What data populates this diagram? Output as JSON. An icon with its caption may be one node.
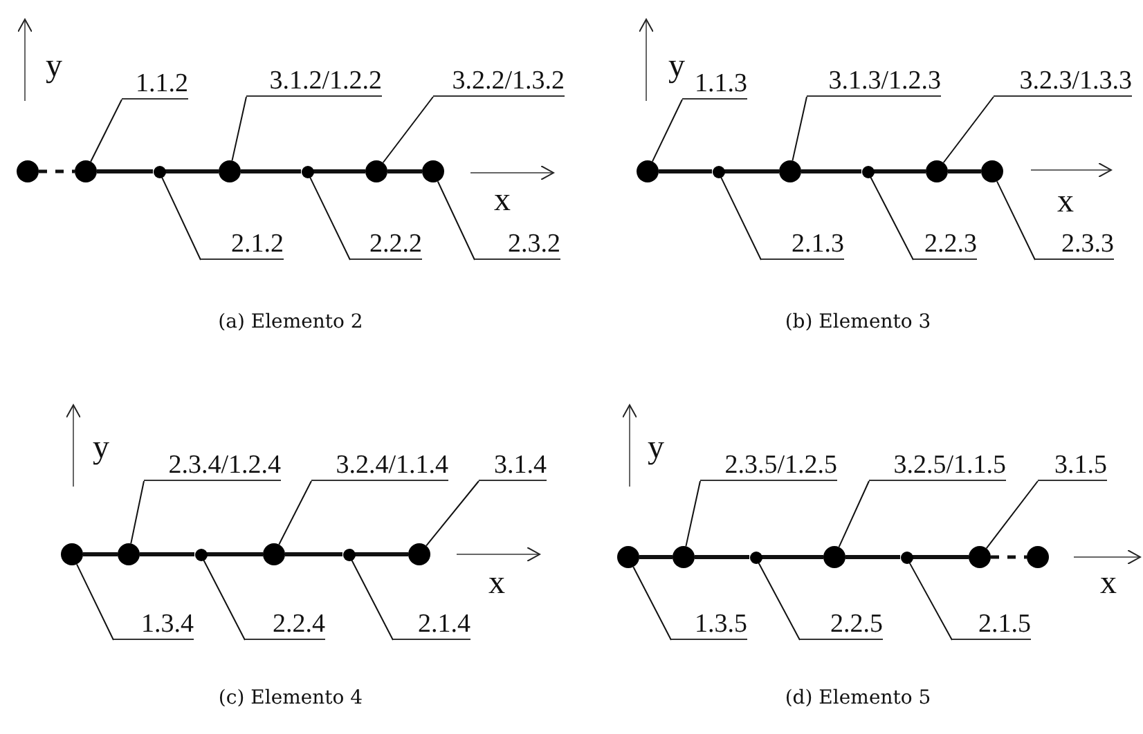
{
  "diagram": {
    "nodes": [
      {
        "text": [],
        "shape": "circle"
      },
      {
        "text": [],
        "shape": "circle"
      },
      {
        "text": [],
        "shape": "circle"
      },
      {
        "text": [],
        "shape": "circle"
      },
      {
        "text": [],
        "shape": "circle"
      },
      {
        "text": [],
        "shape": "circle"
      },
      {
        "text": [],
        "shape": "circle"
      },
      {
        "text": [
          "1.1.2"
        ]
      },
      {
        "text": [
          "3.1.2/1.2.2"
        ]
      },
      {
        "text": [
          "3.2.2/1.3.2"
        ]
      },
      {
        "text": [
          "2.1.2"
        ]
      },
      {
        "text": [
          "2.2.2"
        ]
      },
      {
        "text": [
          "2.3.2"
        ]
      },
      {
        "text": [],
        "shape": "circle"
      },
      {
        "text": [],
        "shape": "circle"
      },
      {
        "text": [],
        "shape": "circle"
      },
      {
        "text": [],
        "shape": "circle"
      },
      {
        "text": [],
        "shape": "circle"
      },
      {
        "text": [],
        "shape": "circle"
      },
      {
        "text": [
          "1.1.3"
        ]
      },
      {
        "text": [
          "3.1.3/1.2.3"
        ]
      },
      {
        "text": [
          "3.2.3/1.3.3"
        ]
      },
      {
        "text": [
          "2.1.3"
        ]
      },
      {
        "text": [
          "2.2.3"
        ]
      },
      {
        "text": [
          "2.3.3"
        ]
      },
      {
        "text": [],
        "shape": "circle"
      },
      {
        "text": [],
        "shape": "circle"
      },
      {
        "text": [],
        "shape": "circle"
      },
      {
        "text": [],
        "shape": "circle"
      },
      {
        "text": [],
        "shape": "circle"
      },
      {
        "text": [],
        "shape": "circle"
      },
      {
        "text": [
          "2.3.4/1.2.4"
        ]
      },
      {
        "text": [
          "3.2.4/1.1.4"
        ]
      },
      {
        "text": [
          "3.1.4"
        ]
      },
      {
        "text": [
          "1.3.4"
        ]
      },
      {
        "text": [
          "2.2.4"
        ]
      },
      {
        "text": [
          "2.1.4"
        ]
      },
      {
        "text": [],
        "shape": "circle"
      },
      {
        "text": [],
        "shape": "circle"
      },
      {
        "text": [],
        "shape": "circle"
      },
      {
        "text": [],
        "shape": "circle"
      },
      {
        "text": [],
        "shape": "circle"
      },
      {
        "text": [],
        "shape": "circle"
      },
      {
        "text": [],
        "shape": "circle"
      },
      {
        "text": [
          "2.3.5/1.2.5"
        ]
      },
      {
        "text": [
          "3.2.5/1.1.5"
        ]
      },
      {
        "text": [
          "3.1.5"
        ]
      },
      {
        "text": [
          "1.3.5"
        ]
      },
      {
        "text": [
          "2.2.5"
        ]
      },
      {
        "text": [
          "2.1.5"
        ]
      }
    ],
    "edges": [
      {
        "from": 0,
        "to": 1,
        "arrow": "none",
        "style": "dashed"
      },
      {
        "from": 1,
        "to": 2,
        "arrow": "none",
        "style": "thick"
      },
      {
        "from": 2,
        "to": 3,
        "arrow": "none",
        "style": "thick"
      },
      {
        "from": 3,
        "to": 4,
        "arrow": "none",
        "style": "thick"
      },
      {
        "from": 4,
        "to": 5,
        "arrow": "none",
        "style": "thick"
      },
      {
        "from": 5,
        "to": 6,
        "arrow": "none",
        "style": "thick"
      },
      {
        "from": 7,
        "to": 1,
        "arrow": "none"
      },
      {
        "from": 8,
        "to": 3,
        "arrow": "none"
      },
      {
        "from": 9,
        "to": 5,
        "arrow": "none"
      },
      {
        "from": 10,
        "to": 2,
        "arrow": "none"
      },
      {
        "from": 11,
        "to": 4,
        "arrow": "none"
      },
      {
        "from": 12,
        "to": 6,
        "arrow": "none"
      },
      {
        "from": 13,
        "to": 14,
        "arrow": "none",
        "style": "thick"
      },
      {
        "from": 14,
        "to": 15,
        "arrow": "none",
        "style": "thick"
      },
      {
        "from": 15,
        "to": 16,
        "arrow": "none",
        "style": "thick"
      },
      {
        "from": 16,
        "to": 17,
        "arrow": "none",
        "style": "thick"
      },
      {
        "from": 17,
        "to": 18,
        "arrow": "none",
        "style": "thick"
      },
      {
        "from": 19,
        "to": 13,
        "arrow": "none"
      },
      {
        "from": 20,
        "to": 15,
        "arrow": "none"
      },
      {
        "from": 21,
        "to": 17,
        "arrow": "none"
      },
      {
        "from": 22,
        "to": 14,
        "arrow": "none"
      },
      {
        "from": 23,
        "to": 16,
        "arrow": "none"
      },
      {
        "from": 24,
        "to": 18,
        "arrow": "none"
      },
      {
        "from": 25,
        "to": 26,
        "arrow": "none",
        "style": "thick"
      },
      {
        "from": 26,
        "to": 27,
        "arrow": "none",
        "style": "thick"
      },
      {
        "from": 27,
        "to": 28,
        "arrow": "none",
        "style": "thick"
      },
      {
        "from": 28,
        "to": 29,
        "arrow": "none",
        "style": "thick"
      },
      {
        "from": 29,
        "to": 30,
        "arrow": "none",
        "style": "thick"
      },
      {
        "from": 31,
        "to": 26,
        "arrow": "none"
      },
      {
        "from": 32,
        "to": 28,
        "arrow": "none"
      },
      {
        "from": 33,
        "to": 30,
        "arrow": "none"
      },
      {
        "from": 34,
        "to": 25,
        "arrow": "none"
      },
      {
        "from": 35,
        "to": 27,
        "arrow": "none"
      },
      {
        "from": 36,
        "to": 29,
        "arrow": "none"
      },
      {
        "from": 37,
        "to": 38,
        "arrow": "none",
        "style": "thick"
      },
      {
        "from": 38,
        "to": 39,
        "arrow": "none",
        "style": "thick"
      },
      {
        "from": 39,
        "to": 40,
        "arrow": "none",
        "style": "thick"
      },
      {
        "from": 40,
        "to": 41,
        "arrow": "none",
        "style": "thick"
      },
      {
        "from": 41,
        "to": 42,
        "arrow": "none",
        "style": "thick"
      },
      {
        "from": 42,
        "to": 43,
        "arrow": "none",
        "style": "dashed"
      },
      {
        "from": 44,
        "to": 38,
        "arrow": "none"
      },
      {
        "from": 45,
        "to": 40,
        "arrow": "none"
      },
      {
        "from": 46,
        "to": 42,
        "arrow": "none"
      },
      {
        "from": 47,
        "to": 37,
        "arrow": "none"
      },
      {
        "from": 48,
        "to": 39,
        "arrow": "none"
      },
      {
        "from": 49,
        "to": 41,
        "arrow": "none"
      }
    ],
    "labels": [
      "y",
      "x",
      "(a) Elemento 2",
      "y",
      "x",
      "(b) Elemento 3",
      "y",
      "x",
      "(c) Elemento 4",
      "y",
      "x",
      "(d) Elemento 5"
    ]
  }
}
